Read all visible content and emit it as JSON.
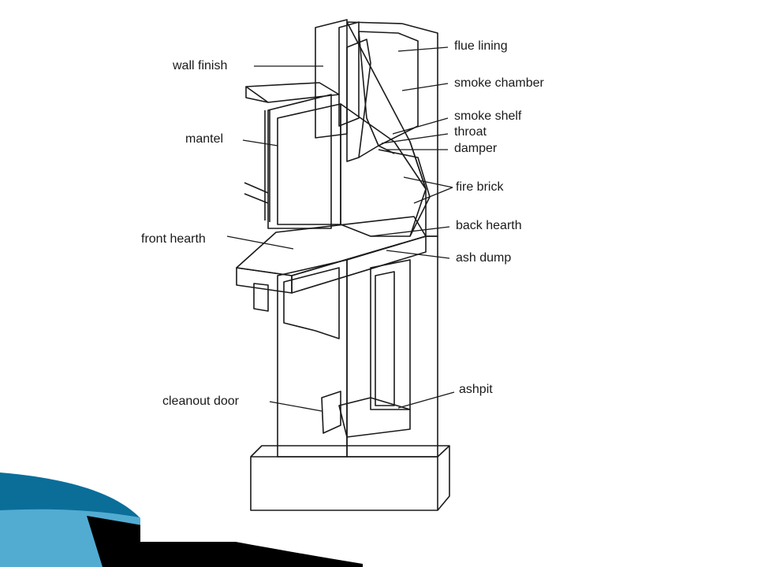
{
  "diagram": {
    "labels": {
      "flue_lining": "flue lining",
      "wall_finish": "wall finish",
      "smoke_chamber": "smoke chamber",
      "smoke_shelf": "smoke shelf",
      "throat": "throat",
      "mantel": "mantel",
      "damper": "damper",
      "fire_brick": "fire brick",
      "back_hearth": "back hearth",
      "front_hearth": "front hearth",
      "ash_dump": "ash dump",
      "cleanout_door": "cleanout door",
      "ashpit": "ashpit"
    }
  },
  "decor": {
    "swoosh_colors": [
      "#0b6e99",
      "#5fb7dc",
      "#000000"
    ]
  }
}
